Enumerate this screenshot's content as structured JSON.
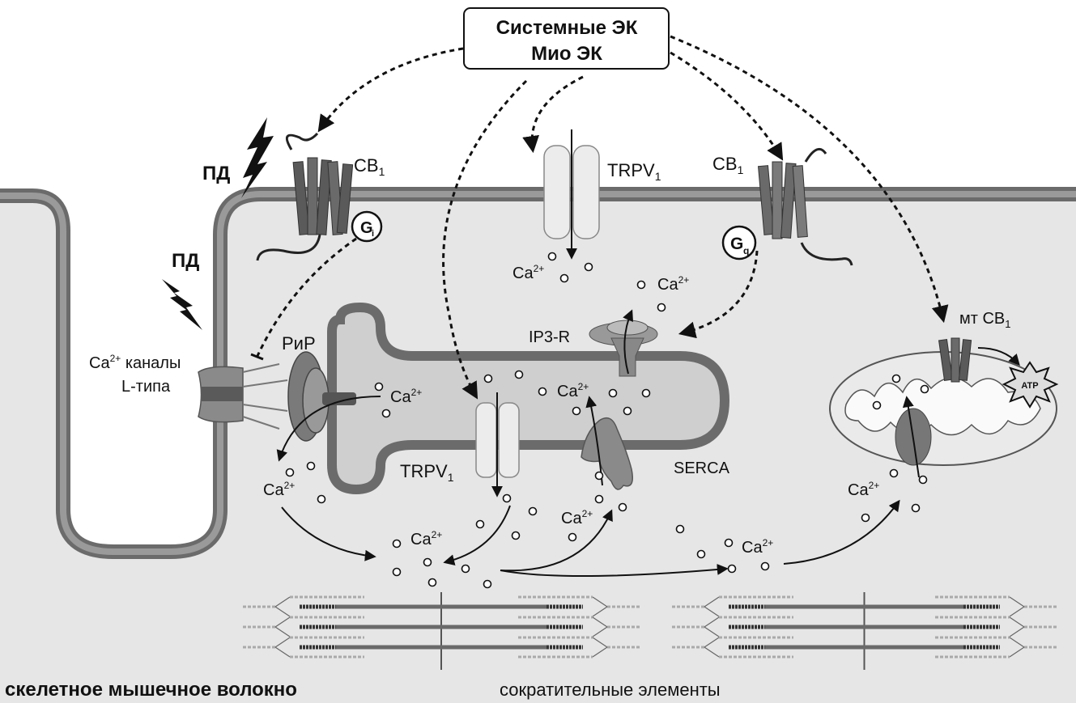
{
  "source_box": {
    "line1": "Системные ЭК",
    "line2": "Мио ЭК"
  },
  "labels": {
    "ap_top": "ПД",
    "ap_side": "ПД",
    "cb1_left": "CB",
    "cb1_right": "CB",
    "cb1_sub": "1",
    "trpv1_top": "TRPV",
    "trpv1_sr": "TRPV",
    "trpv1_sub": "1",
    "gi": "G",
    "gi_sub": "i",
    "gq": "G",
    "gq_sub": "q",
    "l_type_line1_prefix": "Ca",
    "l_type_line1_sup": "2+",
    "l_type_line1_suffix": " каналы",
    "l_type_line2": "L-типа",
    "ryr": "РиР",
    "ip3r": "IP3-R",
    "serca": "SERCA",
    "mt_cb1": "мт CB",
    "atp": "ATP",
    "ca": "Ca",
    "ca_sup": "2+"
  },
  "footer": {
    "left": "скелетное мышечное волокно",
    "right": "сократительные элементы"
  },
  "colors": {
    "membrane_dark": "#6b6b6b",
    "membrane_light": "#9a9a9a",
    "cytoplasm": "#e6e6e6",
    "sr_fill": "#cfcfcf",
    "protein_dark": "#5a5a5a",
    "protein_mid": "#8a8a8a",
    "channel_light": "#ececec"
  }
}
